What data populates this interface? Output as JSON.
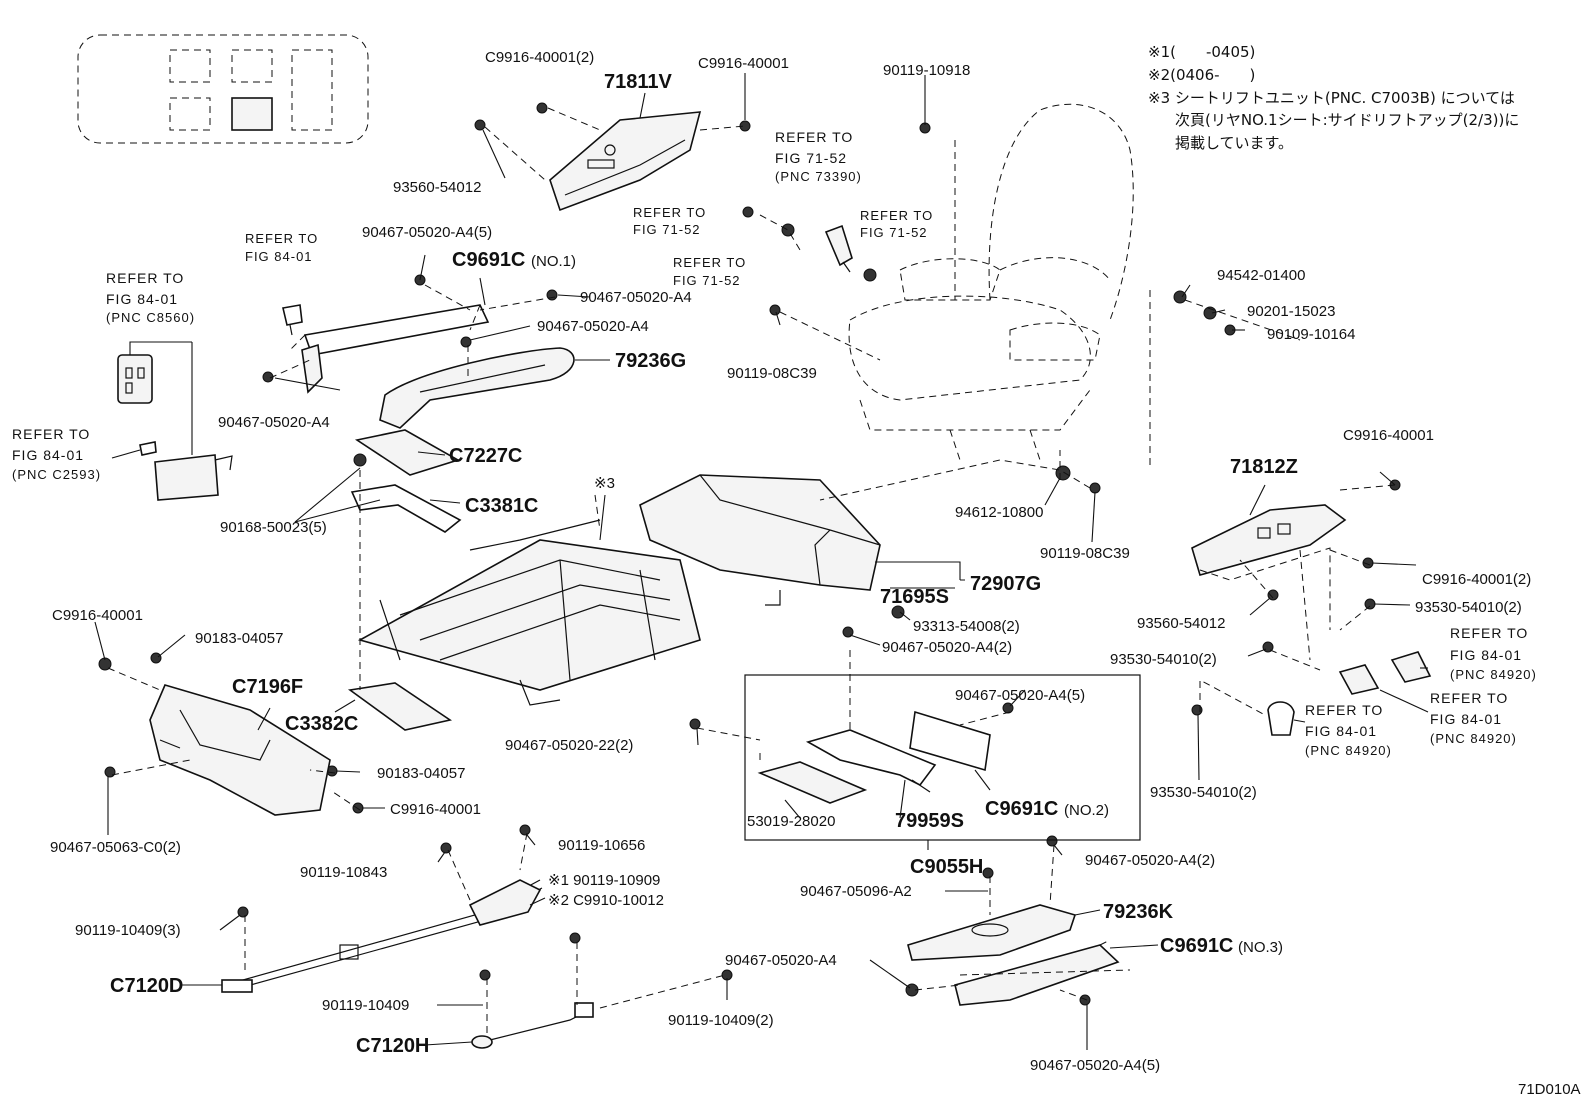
{
  "notes": {
    "n1": "※1(　　-0405)",
    "n2": "※2(0406-　　)",
    "n3_line1": "※3 シートリフトユニット(PNC. C7003B) については",
    "n3_line2": "次頁(リヤNO.1シート:サイドリフトアップ(2/3))に",
    "n3_line3": "掲載しています。"
  },
  "refer_to": "REFER TO",
  "fig_71_52": "FIG 71-52",
  "fig_84_01": "FIG 84-01",
  "pnc_73390": "(PNC 73390)",
  "pnc_c8560": "(PNC C8560)",
  "pnc_c2593": "(PNC C2593)",
  "pnc_84920": "(PNC 84920)",
  "mark3": "※3",
  "diagram_code": "71D010A",
  "parts": {
    "p71811v": "71811V",
    "c9916_40001_2": "C9916-40001(2)",
    "c9916_40001": "C9916-40001",
    "p93560_54012": "93560-54012",
    "p90119_10918": "90119-10918",
    "p90467_a4_5": "90467-05020-A4(5)",
    "c9691c": "C9691C",
    "no1": "(NO.1)",
    "no2": "(NO.2)",
    "no3": "(NO.3)",
    "p90467_a4": "90467-05020-A4",
    "p79236g": "79236G",
    "c7227c": "C7227C",
    "c3381c": "C3381C",
    "p90168": "90168-50023(5)",
    "p94542": "94542-01400",
    "p90201": "90201-15023",
    "p90109": "90109-10164",
    "p90119_08c39": "90119-08C39",
    "p94612": "94612-10800",
    "p71812z": "71812Z",
    "p72907g": "72907G",
    "p71695s": "71695S",
    "p93313": "93313-54008(2)",
    "p90467_a4_2": "90467-05020-A4(2)",
    "p93530_2": "93530-54010(2)",
    "p90183": "90183-04057",
    "c7196f": "C7196F",
    "c3382c": "C3382C",
    "p90467_22_2": "90467-05020-22(2)",
    "p53019": "53019-28020",
    "p79959s": "79959S",
    "c9055h": "C9055H",
    "p90467_063_c0": "90467-05063-C0(2)",
    "p90119_10656": "90119-10656",
    "p90119_10843": "90119-10843",
    "p90119_10909": "※1 90119-10909",
    "c9910_10012": "※2 C9910-10012",
    "p90119_10409_3": "90119-10409(3)",
    "c7120d": "C7120D",
    "p90119_10409": "90119-10409",
    "c7120h": "C7120H",
    "p90119_10409_2": "90119-10409(2)",
    "p90467_096": "90467-05096-A2",
    "p79236k": "79236K"
  }
}
